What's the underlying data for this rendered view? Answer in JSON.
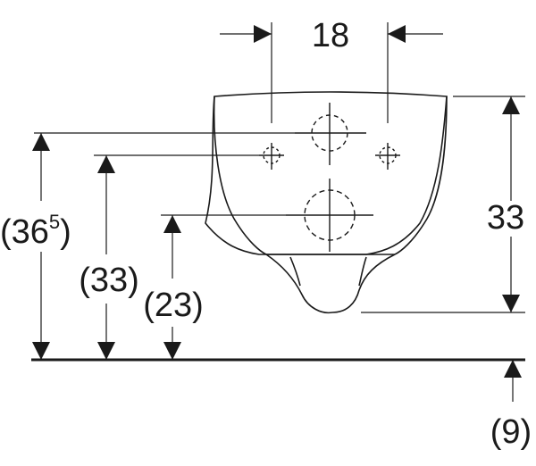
{
  "dimensions": {
    "hole_spacing": "18",
    "bowl_height": "33",
    "total_height": {
      "main": "(36",
      "sup": "5",
      "close": ")"
    },
    "upper_bolt_height": "(33)",
    "lower_bolt_height": "(23)",
    "floor_offset": "(9)"
  },
  "colors": {
    "line": "#1a1a1a",
    "background": "#ffffff"
  }
}
